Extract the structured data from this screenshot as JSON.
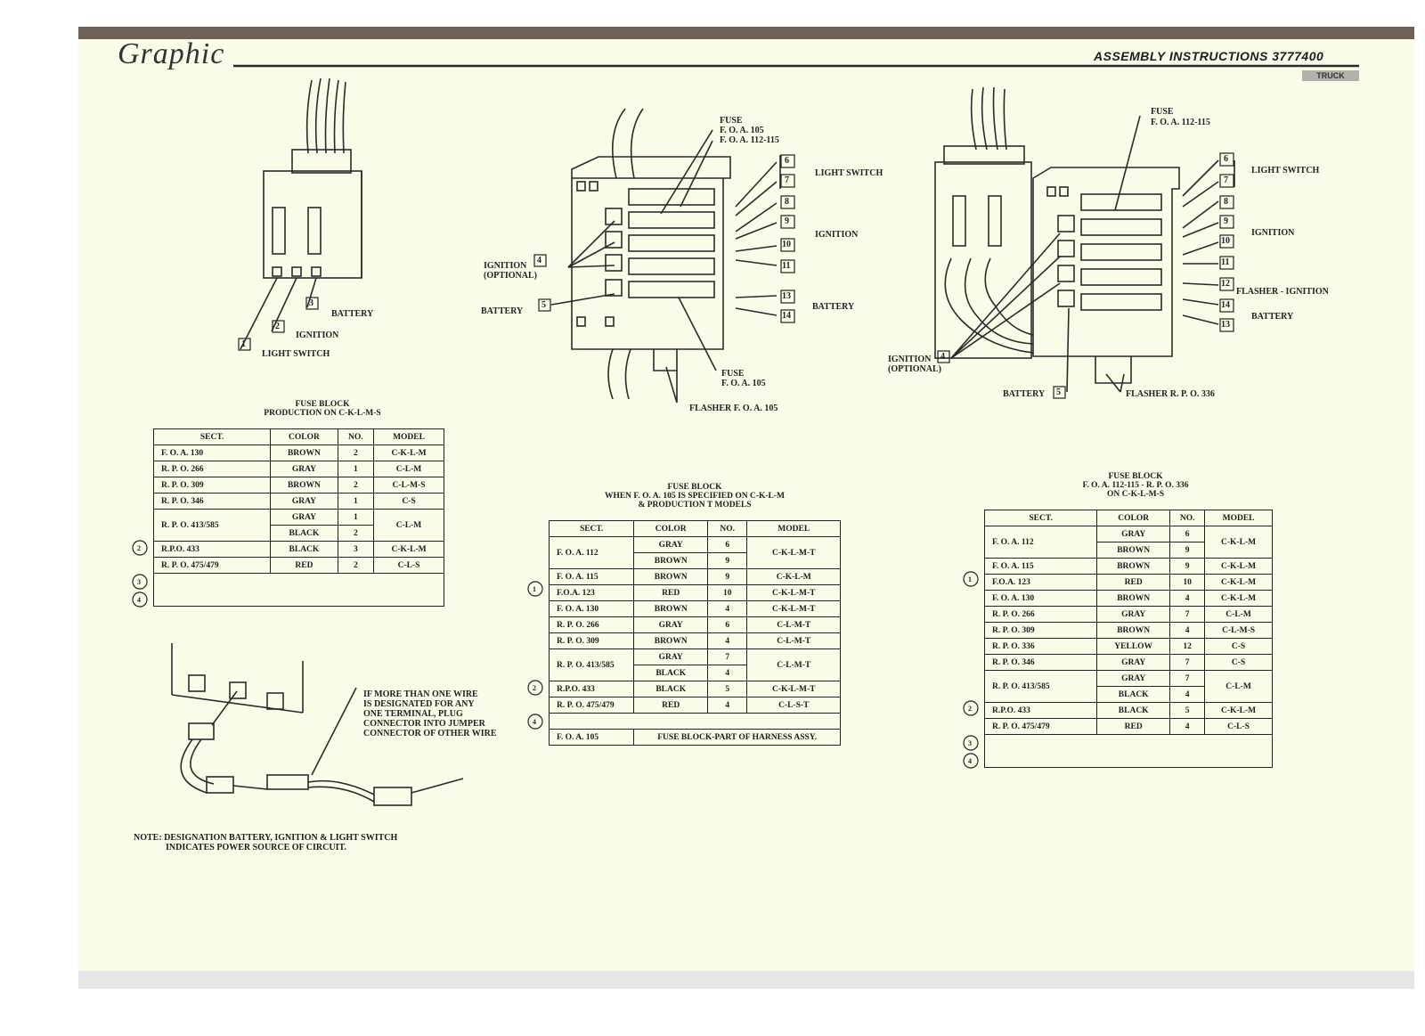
{
  "header": {
    "logo_text": "Graphic",
    "title": "ASSEMBLY INSTRUCTIONS 3777400",
    "tag": "TRUCK"
  },
  "diagram_left": {
    "labels": {
      "battery": "BATTERY",
      "ignition": "IGNITION",
      "light_switch": "LIGHT SWITCH"
    },
    "numbers": [
      "1",
      "2",
      "3"
    ]
  },
  "diagram_center": {
    "fuse_top": "FUSE",
    "fuse_top_l2": "F. O. A. 105",
    "fuse_top_l3": "F. O. A. 112-115",
    "light_switch": "LIGHT SWITCH",
    "ignition": "IGNITION",
    "battery_r": "BATTERY",
    "ignition_optional": "IGNITION",
    "optional": "(OPTIONAL)",
    "battery_l": "BATTERY",
    "fuse_bottom": "FUSE",
    "fuse_bottom_l2": "F. O. A. 105",
    "flasher": "FLASHER F. O. A. 105",
    "numbers": [
      "4",
      "5",
      "6",
      "7",
      "8",
      "9",
      "10",
      "11",
      "13",
      "14"
    ]
  },
  "diagram_right": {
    "fuse_top": "FUSE",
    "fuse_top_l2": "F. O. A. 112-115",
    "light_switch": "LIGHT SWITCH",
    "ignition": "IGNITION",
    "flasher_ignition": "FLASHER - IGNITION",
    "battery_r": "BATTERY",
    "ignition_optional": "IGNITION",
    "optional": "(OPTIONAL)",
    "battery_l": "BATTERY",
    "flasher": "FLASHER R. P. O. 336",
    "numbers": [
      "4",
      "5",
      "6",
      "7",
      "8",
      "9",
      "10",
      "11",
      "12",
      "14",
      "13"
    ]
  },
  "table1": {
    "caption1": "FUSE BLOCK",
    "caption2": "PRODUCTION ON C-K-L-M-S",
    "headers": [
      "SECT.",
      "COLOR",
      "NO.",
      "MODEL"
    ],
    "rows": [
      [
        "F. O. A. 130",
        "BROWN",
        "2",
        "C-K-L-M"
      ],
      [
        "R. P. O. 266",
        "GRAY",
        "1",
        "C-L-M"
      ],
      [
        "R. P. O. 309",
        "BROWN",
        "2",
        "C-L-M-S"
      ],
      [
        "R. P. O. 346",
        "GRAY",
        "1",
        "C-S"
      ],
      [
        "R. P. O. 413/585",
        "GRAY",
        "1",
        "C-L-M"
      ],
      [
        "",
        "BLACK",
        "2",
        ""
      ],
      [
        "R.P.O. 433",
        "BLACK",
        "3",
        "C-K-L-M"
      ],
      [
        "R. P. O. 475/479",
        "RED",
        "2",
        "C-L-S"
      ]
    ],
    "markers": [
      "2",
      "3",
      "4"
    ]
  },
  "table2": {
    "caption1": "FUSE BLOCK",
    "caption2": "WHEN F. O. A. 105 IS SPECIFIED ON C-K-L-M",
    "caption3": "& PRODUCTION T MODELS",
    "headers": [
      "SECT.",
      "COLOR",
      "NO.",
      "MODEL"
    ],
    "rows": [
      [
        "F. O. A. 112",
        "GRAY",
        "6",
        "C-K-L-M-T"
      ],
      [
        "",
        "BROWN",
        "9",
        ""
      ],
      [
        "F. O. A. 115",
        "BROWN",
        "9",
        "C-K-L-M"
      ],
      [
        "F.O.A. 123",
        "RED",
        "10",
        "C-K-L-M-T"
      ],
      [
        "F. O. A. 130",
        "BROWN",
        "4",
        "C-K-L-M-T"
      ],
      [
        "R. P. O. 266",
        "GRAY",
        "6",
        "C-L-M-T"
      ],
      [
        "R. P. O. 309",
        "BROWN",
        "4",
        "C-L-M-T"
      ],
      [
        "R. P. O. 413/585",
        "GRAY",
        "7",
        "C-L-M-T"
      ],
      [
        "",
        "BLACK",
        "4",
        ""
      ],
      [
        "R.P.O. 433",
        "BLACK",
        "5",
        "C-K-L-M-T"
      ],
      [
        "R. P. O. 475/479",
        "RED",
        "4",
        "C-L-S-T"
      ]
    ],
    "last_row_sect": "F. O. A. 105",
    "last_row_text": "FUSE BLOCK-PART OF HARNESS ASSY.",
    "markers": [
      "1",
      "2",
      "4"
    ]
  },
  "table3": {
    "caption1": "FUSE BLOCK",
    "caption2": "F. O. A. 112-115 - R. P. O. 336",
    "caption3": "ON C-K-L-M-S",
    "headers": [
      "SECT.",
      "COLOR",
      "NO.",
      "MODEL"
    ],
    "rows": [
      [
        "F. O. A. 112",
        "GRAY",
        "6",
        "C-K-L-M"
      ],
      [
        "",
        "BROWN",
        "9",
        ""
      ],
      [
        "F. O. A. 115",
        "BROWN",
        "9",
        "C-K-L-M"
      ],
      [
        "F.O.A. 123",
        "RED",
        "10",
        "C-K-L-M"
      ],
      [
        "F. O. A. 130",
        "BROWN",
        "4",
        "C-K-L-M"
      ],
      [
        "R. P. O. 266",
        "GRAY",
        "7",
        "C-L-M"
      ],
      [
        "R. P. O. 309",
        "BROWN",
        "4",
        "C-L-M-S"
      ],
      [
        "R. P. O. 336",
        "YELLOW",
        "12",
        "C-S"
      ],
      [
        "R. P. O. 346",
        "GRAY",
        "7",
        "C-S"
      ],
      [
        "R. P. O. 413/585",
        "GRAY",
        "7",
        "C-L-M"
      ],
      [
        "",
        "BLACK",
        "4",
        ""
      ],
      [
        "R.P.O. 433",
        "BLACK",
        "5",
        "C-K-L-M"
      ],
      [
        "R. P. O. 475/479",
        "RED",
        "4",
        "C-L-S"
      ]
    ],
    "markers": [
      "1",
      "2",
      "3",
      "4"
    ]
  },
  "jumper_note": {
    "l1": "IF MORE THAN ONE WIRE",
    "l2": "IS DESIGNATED FOR ANY",
    "l3": "ONE TERMINAL, PLUG",
    "l4": "CONNECTOR INTO JUMPER",
    "l5": "CONNECTOR OF OTHER WIRE"
  },
  "note": {
    "l1": "NOTE: DESIGNATION BATTERY, IGNITION & LIGHT SWITCH",
    "l2": "INDICATES POWER SOURCE OF CIRCUIT."
  }
}
